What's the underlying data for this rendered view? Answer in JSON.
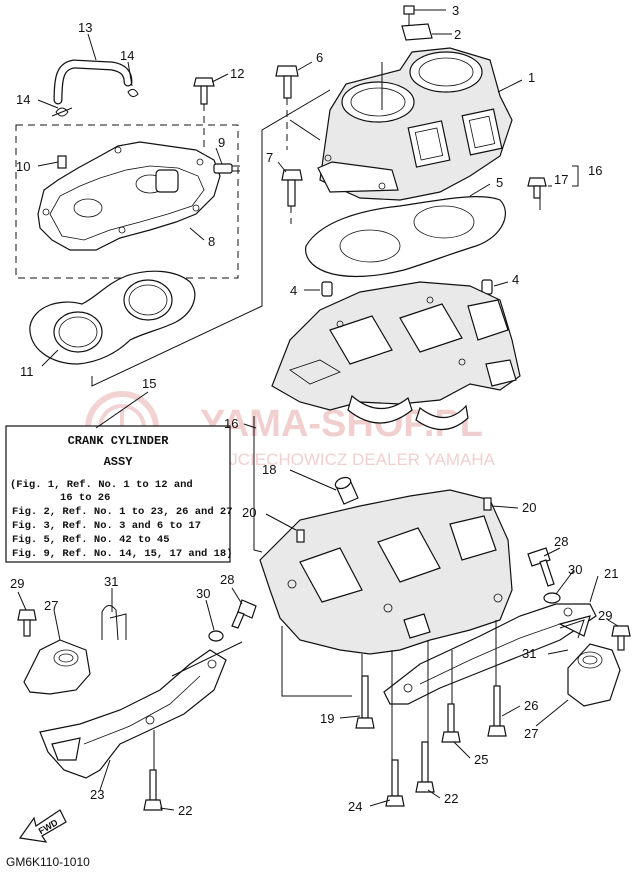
{
  "watermark": {
    "brand": "YAMA-SHOP.PL",
    "subtitle": "WOJCIECHOWICZ DEALER YAMAHA",
    "color": "#e7a9a9"
  },
  "reference_box": {
    "title_line1": "CRANK  CYLINDER",
    "title_line2": "ASSY",
    "lines": [
      "(Fig. 1, Ref. No. 1 to 12 and",
      "16 to 26",
      "Fig. 2, Ref. No. 1 to 23, 26 and 27",
      "Fig. 3, Ref. No. 3 and 6 to 17",
      "Fig. 5, Ref. No. 42 to 45",
      "Fig. 9, Ref. No. 14, 15, 17 and 18)"
    ]
  },
  "callouts": {
    "c1": "1",
    "c2": "2",
    "c3": "3",
    "c4a": "4",
    "c4b": "4",
    "c5": "5",
    "c6": "6",
    "c7": "7",
    "c8": "8",
    "c9": "9",
    "c10": "10",
    "c11": "11",
    "c12": "12",
    "c13": "13",
    "c14a": "14",
    "c14b": "14",
    "c15": "15",
    "c16a": "16",
    "c16b": "16",
    "c17": "17",
    "c18": "18",
    "c19": "19",
    "c20a": "20",
    "c20b": "20",
    "c21": "21",
    "c22a": "22",
    "c22b": "22",
    "c23": "23",
    "c24": "24",
    "c25": "25",
    "c26": "26",
    "c27a": "27",
    "c27b": "27",
    "c28a": "28",
    "c28b": "28",
    "c29a": "29",
    "c29b": "29",
    "c30a": "30",
    "c30b": "30",
    "c31a": "31",
    "c31b": "31"
  },
  "fwd_label": "FWD",
  "diagram_code": "GM6K110-1010"
}
